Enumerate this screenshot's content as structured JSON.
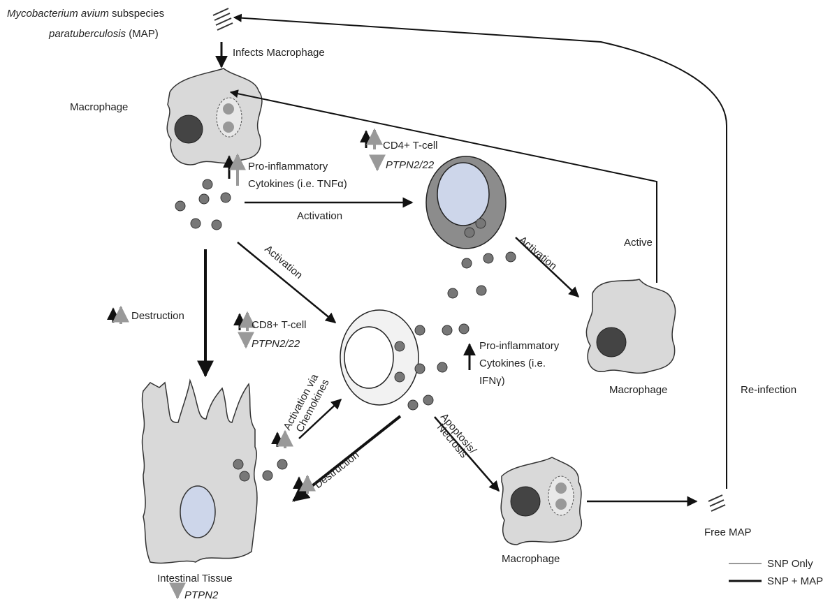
{
  "labels": {
    "map_name_1a": "Mycobacterium avium",
    "map_name_1b": " subspecies",
    "map_name_2a": "paratuberculosis",
    "map_name_2b": " (MAP)",
    "infects_macrophage": "Infects Macrophage",
    "macrophage_top": "Macrophage",
    "proinflam_1": "Pro-inflammatory",
    "proinflam_2": "Cytokines (i.e. TNFα)",
    "cd4_label": "CD4+ T-cell",
    "cd4_ptpn": "PTPN2/22",
    "activation_cd4": "Activation",
    "activation_cd8": "Activation",
    "activation_right": "Activation",
    "active": "Active",
    "destruction_left": "Destruction",
    "cd8_label": "CD8+ T-cell",
    "cd8_ptpn": "PTPN2/22",
    "proinflam_ifn_1": "Pro-inflammatory",
    "proinflam_ifn_2": "Cytokines (i.e.",
    "proinflam_ifn_3": "IFNγ)",
    "macrophage_right": "Macrophage",
    "reinfection": "Re-infection",
    "activation_chemokines_1": "Activation via",
    "activation_chemokines_2": "Chemokines",
    "destruction_bottom": "Destruction",
    "apoptosis_1": "Apoptosis/",
    "apoptosis_2": "Necrosis",
    "free_map": "Free MAP",
    "macrophage_bottom": "Macrophage",
    "intestinal_tissue": "Intestinal Tissue",
    "intestinal_ptpn": "PTPN2"
  },
  "legend": {
    "snp_only": "SNP Only",
    "snp_map": "SNP + MAP"
  },
  "colors": {
    "snp_only": "#999999",
    "snp_map": "#111111",
    "cell_fill": "#d9d9d9",
    "nucleus": "#444444",
    "cd4_fill": "#8c8c8c",
    "cd8_fill": "#f2f2f2",
    "nucleus_light": "#cdd6ea"
  }
}
